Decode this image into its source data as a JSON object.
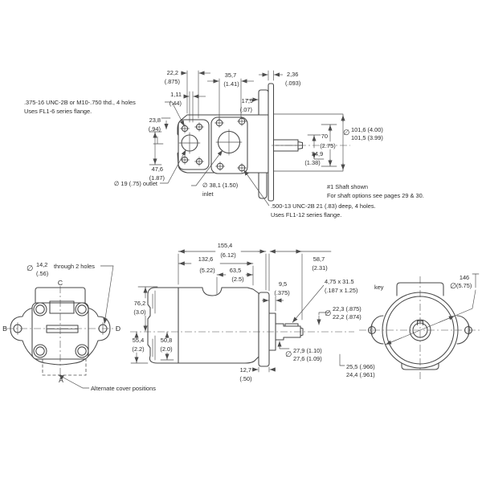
{
  "colors": {
    "line": "#474747",
    "text": "#2a2a2a",
    "bg": "#ffffff"
  },
  "top_view": {
    "thread_note_1": ".375-16 UNC-2B or M10-.750 thd., 4 holes",
    "thread_note_2": "Uses FL1-6 series flange.",
    "dim_22_2_mm": "22,2",
    "dim_22_2_in": "(.875)",
    "dim_1_11_mm": "1,11",
    "dim_1_11_in": "(.44)",
    "dim_35_7_mm": "35,7",
    "dim_35_7_in": "(1.41)",
    "dim_17_9_mm": "17,9",
    "dim_17_9_in": "(.07)",
    "dim_2_36_mm": "2,36",
    "dim_2_36_in": "(.093)",
    "dim_23_8_mm": "23,8",
    "dim_23_8_in": "(.94)",
    "dim_47_6_mm": "47,6",
    "dim_47_6_in": "(1.87)",
    "outlet_label": "∅ 19 (.75) outlet",
    "inlet_label_1": "∅ 38,1 (1.50)",
    "inlet_label_2": "inlet",
    "dim_70_mm": "70",
    "dim_70_in": "(2.75)",
    "dim_34_9_mm": "34,9",
    "dim_34_9_in": "(1.38)",
    "dia_symbol": "∅",
    "pilot_dia_1": "101,6 (4.00)",
    "pilot_dia_2": "101,5 (3.99)",
    "shaft_note_1": "#1 Shaft shown",
    "shaft_note_2": "For shaft options see pages 29 & 30.",
    "flange12_note_1": ".500-13 UNC-2B 21 (.83) deep, 4 holes.",
    "flange12_note_2": "Uses FL1-12 series flange."
  },
  "cover_view": {
    "dia_symbol": "∅",
    "hole_dia_mm": "14,2",
    "hole_dia_in": "(.56)",
    "hole_note": "through 2 holes",
    "pos_a": "A",
    "pos_b": "B",
    "pos_c": "C",
    "pos_d": "D",
    "alt_positions_label": "Alternate cover positions"
  },
  "side_view": {
    "dim_155_4_mm": "155,4",
    "dim_155_4_in": "(6.12)",
    "dim_132_6_mm": "132,6",
    "dim_132_6_in": "(5.22)",
    "dim_63_5_mm": "63,5",
    "dim_63_5_in": "(2.5)",
    "dim_58_7_mm": "58,7",
    "dim_58_7_in": "(2.31)",
    "dim_9_5_mm": "9,5",
    "dim_9_5_in": "(.375)",
    "dim_76_2_mm": "76,2",
    "dim_76_2_in": "(3.0)",
    "dim_55_4_mm": "55,4",
    "dim_55_4_in": "(2.2)",
    "dim_50_8_mm": "50,8",
    "dim_50_8_in": "(2.0)",
    "dim_12_7_mm": "12,7",
    "dim_12_7_in": "(.50)",
    "key_dim_1": "4,75 x 31.5",
    "key_dim_2": "(.187 x 1.25)",
    "key_label": "key",
    "dia_symbol": "∅",
    "shaft_dia_22_1": "22,3 (.875)",
    "shaft_dia_22_2": "22,2 (.874)",
    "shaft_dia_27_1": "27,9 (1.10)",
    "shaft_dia_27_2": "27,6 (1.09)",
    "dim_25_5": "25,5 (.966)",
    "dim_24_4": "24,4 (.961)"
  },
  "face_view": {
    "dia_symbol": "∅",
    "dim_146_mm": "146",
    "dim_146_in": "(5.75)"
  }
}
